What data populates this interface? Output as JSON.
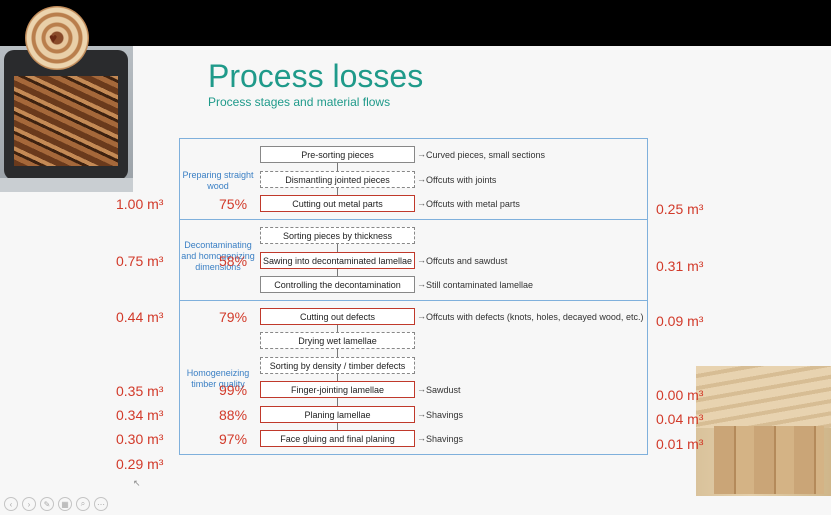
{
  "slide": {
    "title": "Process losses",
    "subtitle": "Process stages and material flows"
  },
  "sections": [
    {
      "label": "Preparing straight wood"
    },
    {
      "label": "Decontaminating and homogenizing dimensions"
    },
    {
      "label": "Homogeneizing timber quality"
    }
  ],
  "steps": [
    {
      "label": "Pre-sorting pieces",
      "output": "Curved pieces, small sections"
    },
    {
      "label": "Dismantling jointed pieces",
      "output": "Offcuts with joints"
    },
    {
      "label": "Cutting out metal parts",
      "output": "Offcuts with metal parts",
      "yield": "75%"
    },
    {
      "label": "Sorting pieces by thickness",
      "output": ""
    },
    {
      "label": "Sawing into decontaminated lamellae",
      "output": "Offcuts and sawdust",
      "yield": "58%"
    },
    {
      "label": "Controlling the decontamination",
      "output": "Still contaminated lamellae"
    },
    {
      "label": "Cutting out defects",
      "output": "Offcuts with defects (knots, holes, decayed wood, etc.)",
      "yield": "79%"
    },
    {
      "label": "Drying wet lamellae",
      "output": ""
    },
    {
      "label": "Sorting by density / timber defects",
      "output": ""
    },
    {
      "label": "Finger-jointing lamellae",
      "output": "Sawdust",
      "yield": "99%"
    },
    {
      "label": "Planing lamellae",
      "output": "Shavings",
      "yield": "88%"
    },
    {
      "label": "Face gluing and final planing",
      "output": "Shavings",
      "yield": "97%"
    }
  ],
  "input_volumes": [
    "1.00 m³",
    "0.75 m³",
    "0.44 m³",
    "0.35 m³",
    "0.34 m³",
    "0.30 m³",
    "0.29 m³"
  ],
  "loss_volumes": [
    "0.25 m³",
    "0.31 m³",
    "0.09 m³",
    "0.00 m³",
    "0.04 m³",
    "0.01 m³"
  ],
  "colors": {
    "accent": "#1f9a8a",
    "loss": "#d23a2a",
    "section": "#3a7fc4",
    "frame": "#7fb0dc"
  },
  "logo": {
    "icon": "heart-icon"
  },
  "photos": {
    "van": "van-photo",
    "timber": "timber-photo"
  }
}
